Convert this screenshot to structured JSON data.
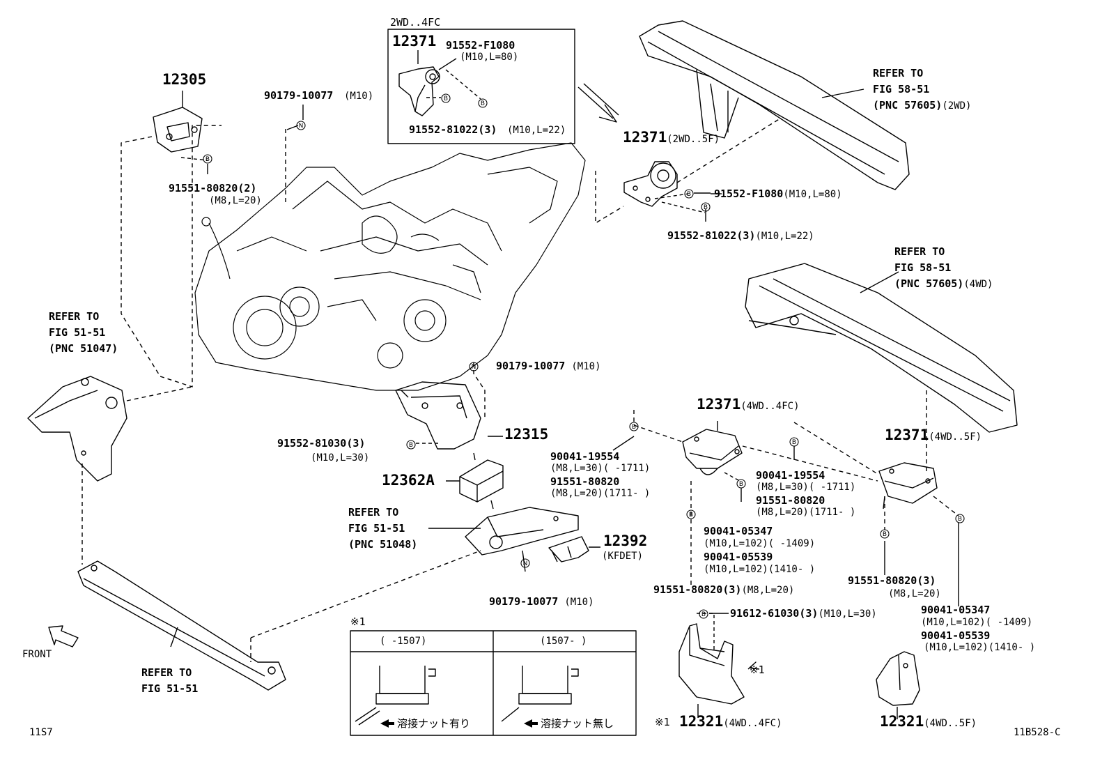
{
  "labels": {
    "box_2wd_4fc": "2WD..4FC",
    "p12371_top": "12371",
    "p91552_f1080_top": "91552-F1080",
    "p91552_f1080_top_spec": "(M10,L=80)",
    "p91552_81022_top": "91552-81022(3)",
    "p91552_81022_top_spec": "(M10,L=22)",
    "p12305": "12305",
    "p90179_a": "90179-10077",
    "p90179_a_spec": "(M10)",
    "p91551_80820_a": "91551-80820(2)",
    "p91551_80820_a_spec": "(M8,L=20)",
    "p12371_2wd": "12371",
    "p12371_2wd_suf": "(2WD..5F)",
    "p91552_f1080_b": "91552-F1080",
    "p91552_f1080_b_spec": "(M10,L=80)",
    "p91552_81022_b": "91552-81022(3)",
    "p91552_81022_b_spec": "(M10,L=22)",
    "refer_58_2wd_1": "REFER TO",
    "refer_58_2wd_2": "FIG 58-51",
    "refer_58_2wd_3": "(PNC 57605)",
    "refer_58_2wd_suf": "(2WD)",
    "refer_58_4wd_1": "REFER TO",
    "refer_58_4wd_2": "FIG 58-51",
    "refer_58_4wd_3": "(PNC 57605)",
    "refer_58_4wd_suf": "(4WD)",
    "refer_51047_1": "REFER TO",
    "refer_51047_2": "FIG 51-51",
    "refer_51047_3": "(PNC 51047)",
    "p90179_b": "90179-10077",
    "p90179_b_spec": "(M10)",
    "p91552_81030": "91552-81030(3)",
    "p91552_81030_spec": "(M10,L=30)",
    "p12315": "12315",
    "p12362a": "12362A",
    "refer_51048_1": "REFER TO",
    "refer_51048_2": "FIG 51-51",
    "refer_51048_3": "(PNC 51048)",
    "p12392": "12392",
    "p12392_spec": "(KFDET)",
    "p90179_c": "90179-10077",
    "p90179_c_spec": "(M10)",
    "refer_5151_1": "REFER TO",
    "refer_5151_2": "FIG 51-51",
    "front": "FRONT",
    "code_left": "11S7",
    "code_right": "11B528-C",
    "p12371_4fc": "12371",
    "p12371_4fc_suf": "(4WD..4FC)",
    "p90041_19554_a": "90041-19554",
    "p90041_19554_a_spec": "(M8,L=30)(     -1711)",
    "p91551_80820_b": "91551-80820",
    "p91551_80820_b_spec": "(M8,L=20)(1711-     )",
    "p90041_19554_b": "90041-19554",
    "p90041_19554_b_spec": "(M8,L=30)(     -1711)",
    "p91551_80820_c": "91551-80820",
    "p91551_80820_c_spec": "(M8,L=20)(1711-     )",
    "p12371_5f": "12371",
    "p12371_5f_suf": "(4WD..5F)",
    "p90041_05347_a": "90041-05347",
    "p90041_05347_a_spec": "(M10,L=102)(     -1409)",
    "p90041_05539_a": "90041-05539",
    "p90041_05539_a_spec": "(M10,L=102)(1410-     )",
    "p91551_80820_d": "91551-80820(3)",
    "p91551_80820_d_spec": "(M8,L=20)",
    "p91551_80820_e": "91551-80820(3)",
    "p91551_80820_e_spec": "(M8,L=20)",
    "p90041_05347_b": "90041-05347",
    "p90041_05347_b_spec": "(M10,L=102)(      -1409)",
    "p90041_05539_b": "90041-05539",
    "p90041_05539_b_spec": "(M10,L=102)(1410-     )",
    "p91612_61030": "91612-61030(3)",
    "p91612_61030_spec": "(M10,L=30)",
    "note_mark_1": "※1",
    "note_mark_2": "※1",
    "note_mark_3": "※1",
    "inset_col1": "(     -1507)",
    "inset_col2": "(1507-     )",
    "inset_cap1": "溶接ナット有り",
    "inset_cap2": "溶接ナット無し",
    "p12321_4fc": "12321",
    "p12321_4fc_suf": "(4WD..4FC)",
    "p12321_5f": "12321",
    "p12321_5f_suf": "(4WD..5F)"
  },
  "markers": {
    "bolt": "B",
    "nut": "N"
  }
}
